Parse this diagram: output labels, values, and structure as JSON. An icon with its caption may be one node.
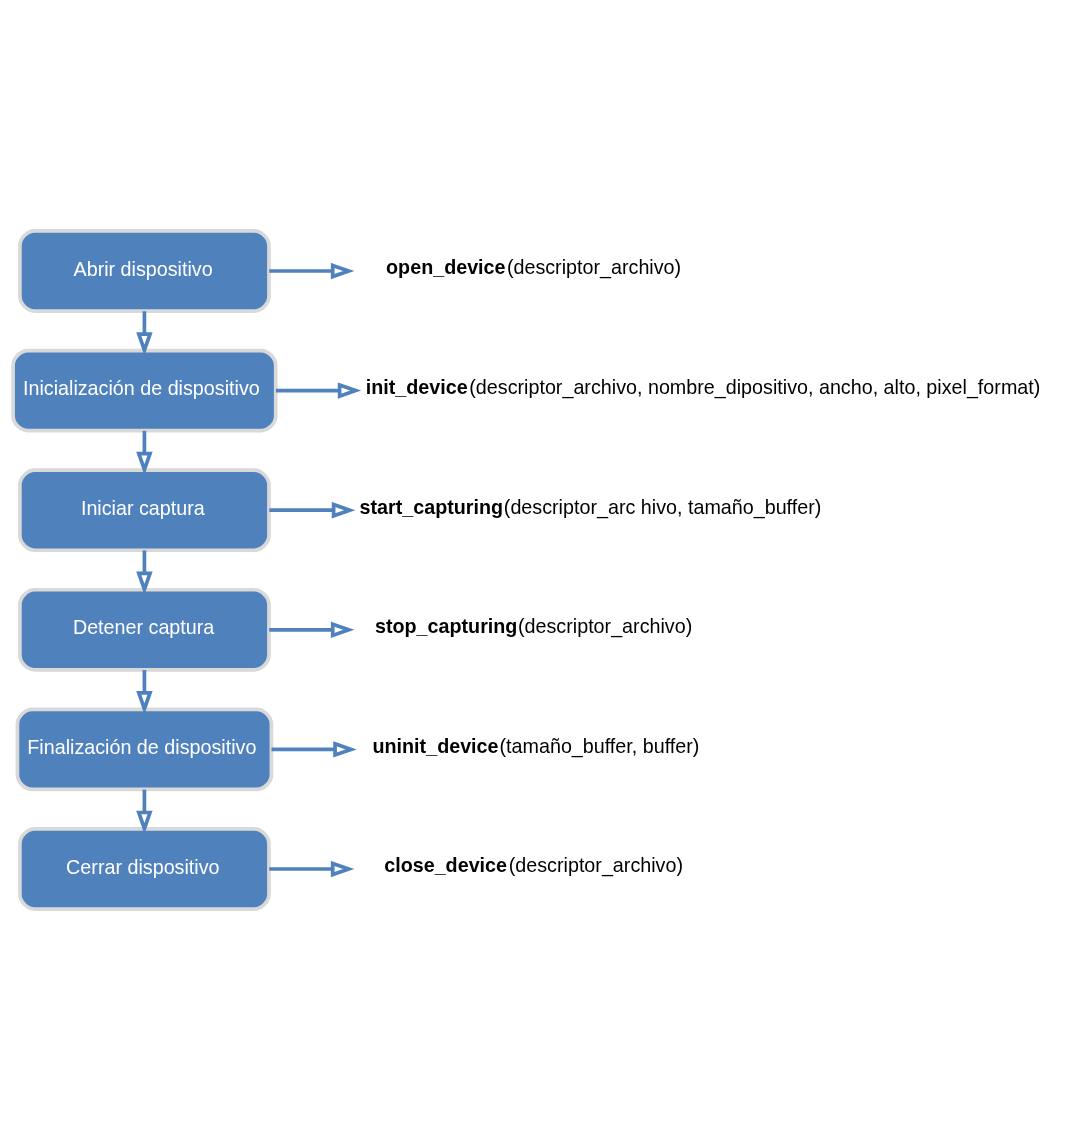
{
  "diagram": {
    "nodes": [
      {
        "text": [
          "Abrir dispositivo"
        ]
      },
      {
        "text": [
          "**open_device**(descriptor_archivo)"
        ]
      },
      {
        "text": [
          "Inicialización de dispositivo"
        ]
      },
      {
        "text": [
          "**init_device**(descriptor_archivo, nombre_dipositivo, ancho, alto, pixel_format)"
        ]
      },
      {
        "text": [
          "Iniciar captura"
        ]
      },
      {
        "text": [
          "**start_capturing**(descriptor_arc hivo, tamaño_buffer)"
        ]
      },
      {
        "text": [
          "Detener captura"
        ]
      },
      {
        "text": [
          "**stop_capturing**(descriptor_archivo)"
        ]
      },
      {
        "text": [
          "Finalización de dispositivo"
        ]
      },
      {
        "text": [
          "**uninit_device**(tamaño_buffer, buffer)"
        ]
      },
      {
        "text": [
          "Cerrar dispositivo"
        ]
      },
      {
        "text": [
          "**close_device**(descriptor_archivo)"
        ]
      }
    ],
    "edges": [
      {
        "from": 0,
        "to": 1,
        "arrow": "to"
      },
      {
        "from": 0,
        "to": 2,
        "arrow": "to"
      },
      {
        "from": 2,
        "to": 3,
        "arrow": "to"
      },
      {
        "from": 2,
        "to": 4,
        "arrow": "to"
      },
      {
        "from": 4,
        "to": 5,
        "arrow": "to"
      },
      {
        "from": 4,
        "to": 6,
        "arrow": "to"
      },
      {
        "from": 6,
        "to": 7,
        "arrow": "to"
      },
      {
        "from": 6,
        "to": 8,
        "arrow": "to"
      },
      {
        "from": 8,
        "to": 9,
        "arrow": "to"
      },
      {
        "from": 8,
        "to": 10,
        "arrow": "to"
      },
      {
        "from": 10,
        "to": 11,
        "arrow": "to"
      }
    ]
  }
}
